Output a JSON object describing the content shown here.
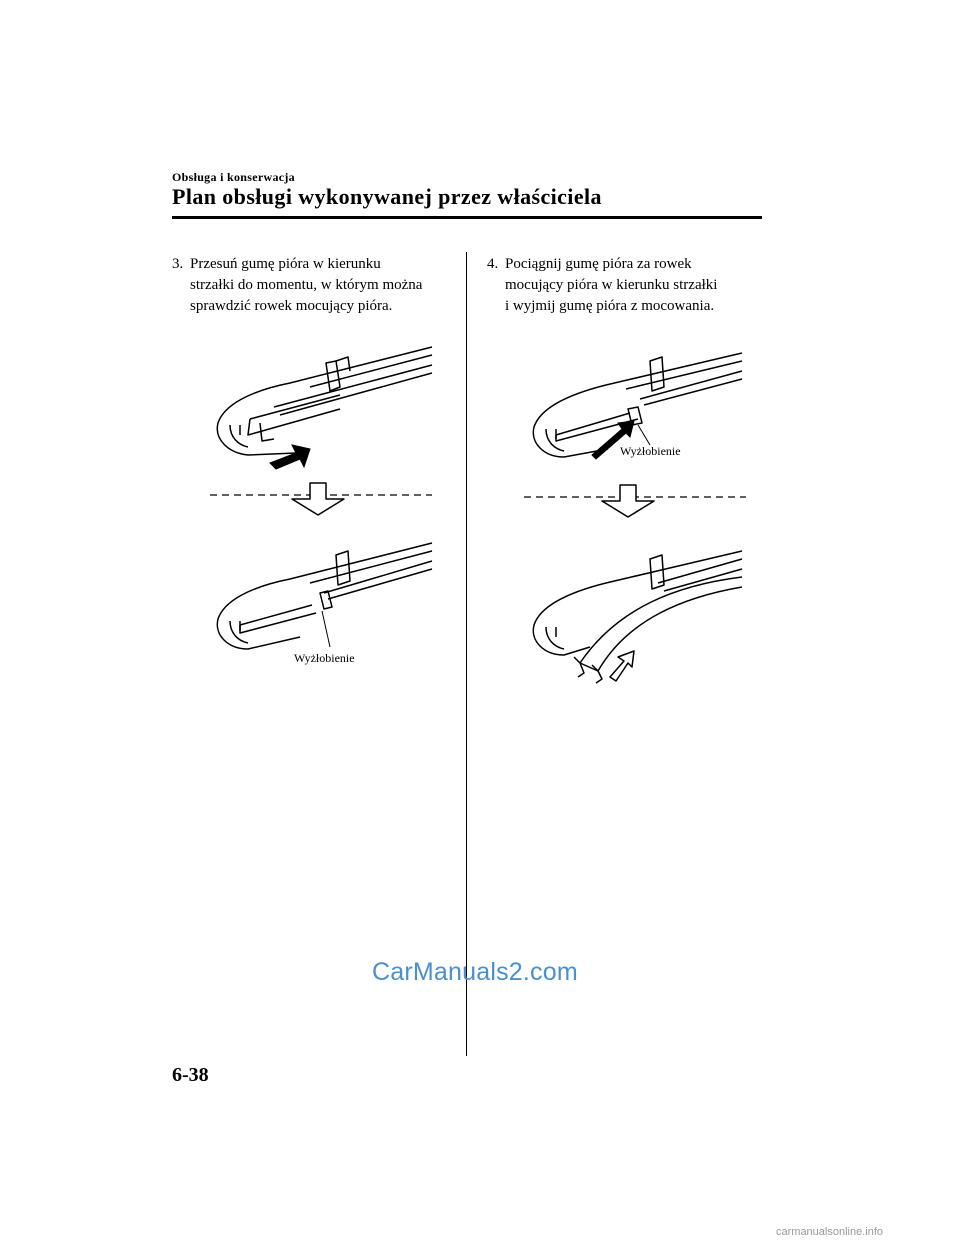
{
  "header": {
    "section_label": "Obsługa i konserwacja",
    "title": "Plan obsługi wykonywanej przez właściciela"
  },
  "steps": [
    {
      "number": "3.",
      "lines": [
        "Przesuń gumę pióra w kierunku",
        "strzałki do momentu, w którym można",
        "sprawdzić rowek mocujący pióra."
      ],
      "callout": "Wyżłobienie"
    },
    {
      "number": "4.",
      "lines": [
        "Pociągnij gumę pióra za rowek",
        "mocujący pióra w kierunku strzałki",
        "i wyjmij gumę pióra z mocowania."
      ],
      "callout": "Wyżłobienie"
    }
  ],
  "watermark": "CarManuals2.com",
  "page_number": "6-38",
  "footer_watermark": "carmanualsonline.info"
}
